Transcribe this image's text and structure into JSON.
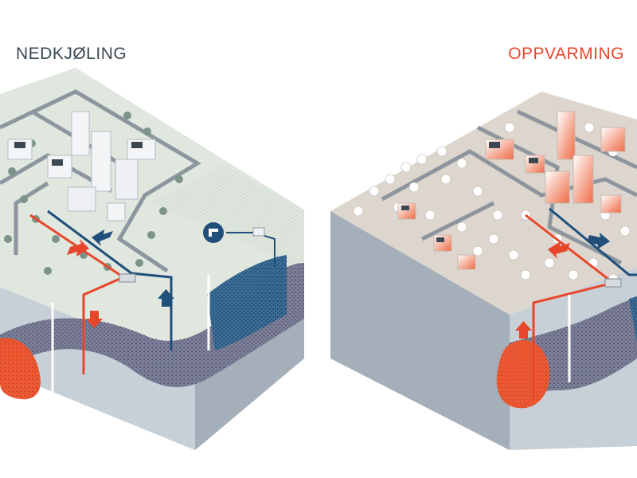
{
  "panels": [
    {
      "title": "NEDKJØLING",
      "title_color": "#3a4a52",
      "ground_color": "#dfe7de",
      "mode": "cooling"
    },
    {
      "title": "OPPVARMING",
      "title_color": "#e8462a",
      "ground_color": "#ddd6cf",
      "mode": "heating"
    }
  ],
  "colors": {
    "hot": "#e8462a",
    "cold": "#1f4f7a",
    "bedrock": "#b9c3cc",
    "bedrock_dark": "#9aa6b1",
    "road": "#8d969e"
  },
  "icons": [
    "water-tap-icon",
    "heat-pump-unit-icon",
    "arrow-up-icon",
    "arrow-down-icon"
  ]
}
